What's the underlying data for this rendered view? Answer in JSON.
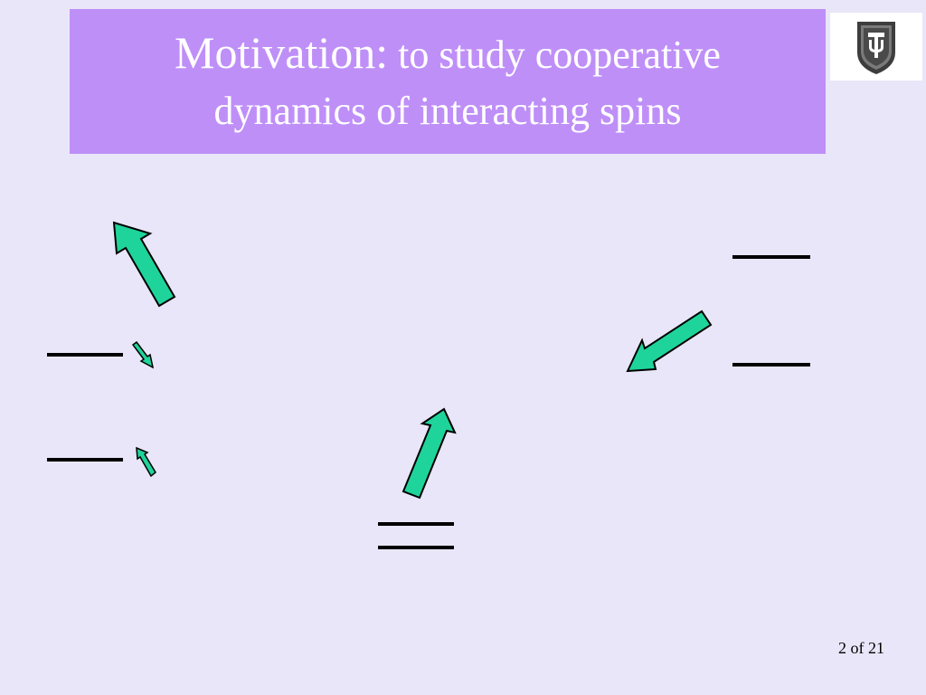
{
  "slide": {
    "title_lead": "Motivation:",
    "title_rest_line1": " to study cooperative",
    "title_line2": "dynamics of  interacting spins",
    "page_number": "2 of 21"
  },
  "colors": {
    "background": "#e8e6f8",
    "title_bar": "#bf8ff8",
    "arrow_fill": "#1fd49a",
    "line": "#000000"
  },
  "logo": {
    "name": "shield-logo-icon"
  }
}
